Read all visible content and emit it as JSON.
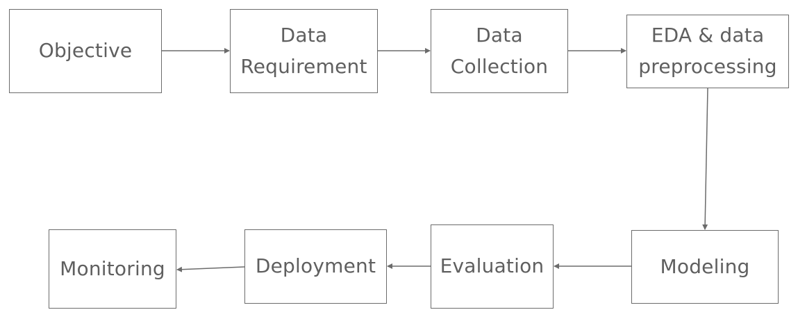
{
  "diagram": {
    "nodes": {
      "objective": "Objective",
      "data_requirement": "Data\nRequirement",
      "data_collection": "Data\nCollection",
      "eda": "EDA & data\npreprocessing",
      "modeling": "Modeling",
      "evaluation": "Evaluation",
      "deployment": "Deployment",
      "monitoring": "Monitoring"
    },
    "edges": [
      {
        "from": "objective",
        "to": "data_requirement"
      },
      {
        "from": "data_requirement",
        "to": "data_collection"
      },
      {
        "from": "data_collection",
        "to": "eda"
      },
      {
        "from": "eda",
        "to": "modeling"
      },
      {
        "from": "modeling",
        "to": "evaluation"
      },
      {
        "from": "evaluation",
        "to": "deployment"
      },
      {
        "from": "deployment",
        "to": "monitoring"
      }
    ],
    "colors": {
      "stroke": "#6b6b6b",
      "text": "#5f5f5f",
      "background": "#ffffff"
    }
  }
}
